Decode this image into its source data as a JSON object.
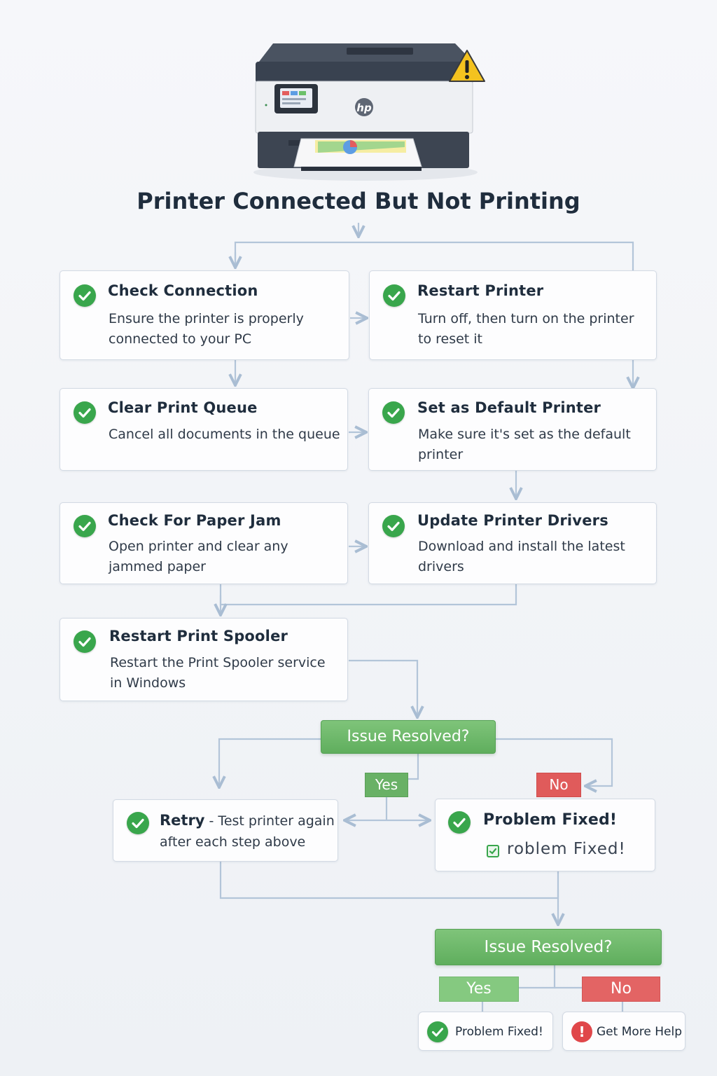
{
  "title": "Printer Connected But Not Printing",
  "printer_brand": "hp",
  "steps": {
    "check_connection": {
      "title": "Check Connection",
      "desc1": "Ensure the printer is properly",
      "desc2": "connected to your PC"
    },
    "restart_printer": {
      "title": "Restart Printer",
      "desc1": "Turn off, then turn on the printer",
      "desc2": "to reset it"
    },
    "clear_queue": {
      "title": "Clear Print Queue",
      "desc1": "Cancel all documents in the queue"
    },
    "default_printer": {
      "title": "Set as Default Printer",
      "desc1": "Make sure it's set as the default",
      "desc2": "printer"
    },
    "paper_jam": {
      "title": "Check For Paper Jam",
      "desc1": "Open printer and clear any",
      "desc2": "jammed paper"
    },
    "update_drivers": {
      "title": "Update Printer Drivers",
      "desc1": "Download and install the latest",
      "desc2": "drivers"
    },
    "restart_spooler": {
      "title": "Restart Print Spooler",
      "desc1": "Restart the Print Spooler service",
      "desc2": "in Windows"
    }
  },
  "decision1": {
    "label": "Issue Resolved?",
    "yes": "Yes",
    "no": "No"
  },
  "retry": {
    "bold": "Retry",
    "rest": " - Test printer again",
    "line2": "after each step above"
  },
  "problem_fixed": {
    "title": "Problem Fixed!",
    "sub": "roblem Fixed!"
  },
  "decision2": {
    "label": "Issue Resolved?",
    "yes": "Yes",
    "no": "No"
  },
  "final": {
    "fixed": "Problem Fixed!",
    "help": "Get More Help"
  },
  "colors": {
    "connector": "#a9bdd3",
    "check_green": "#39a64c",
    "decision_green": "#6cb869",
    "no_red": "#e05b5b"
  }
}
